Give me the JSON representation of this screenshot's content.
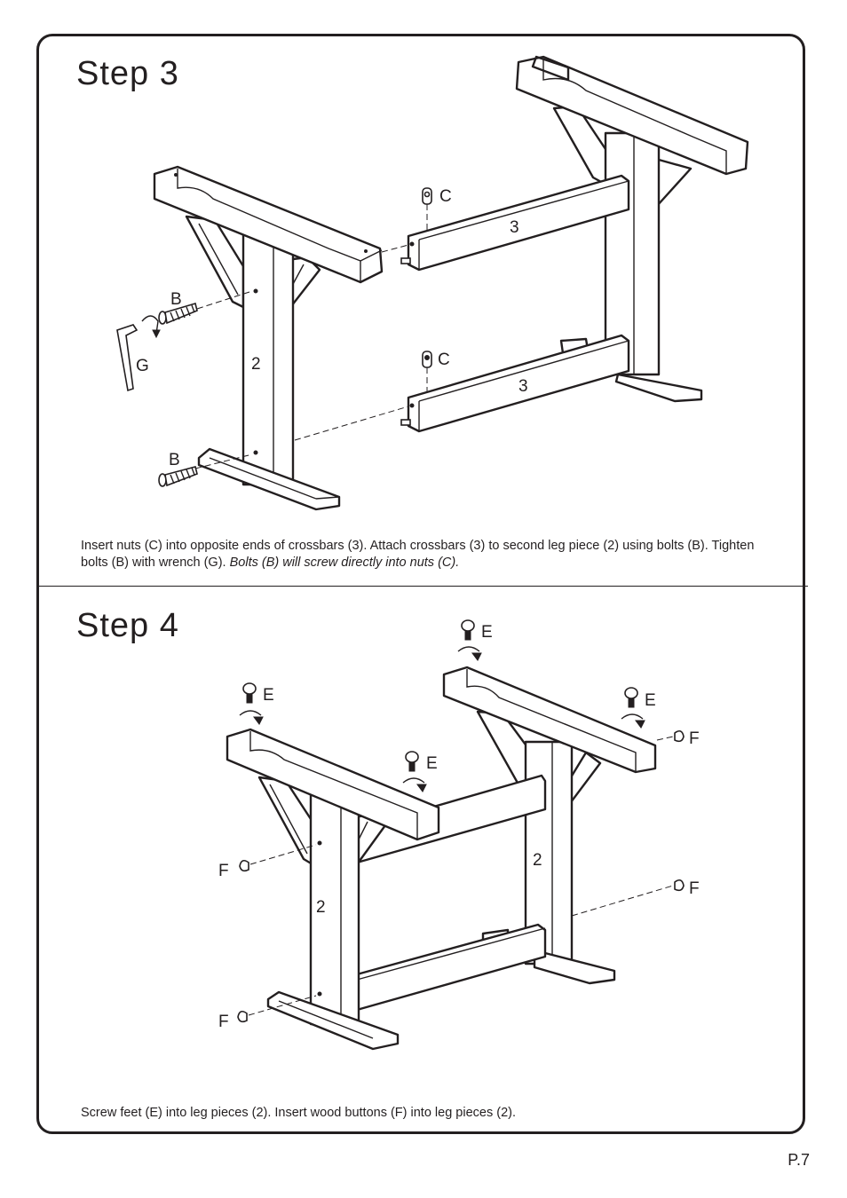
{
  "step3": {
    "title": "Step  3",
    "instruction_plain": "Insert nuts (C) into opposite ends of crossbars (3). Attach crossbars (3) to second leg piece (2) using bolts (B). Tighten bolts (B) with wrench (G).",
    "instruction_italic": "Bolts (B) will screw directly into nuts (C).",
    "labels": {
      "bolt_upper": "B",
      "bolt_lower": "B",
      "wrench": "G",
      "nut_upper": "C",
      "nut_lower": "C",
      "leg": "2",
      "crossbar_upper": "3",
      "crossbar_lower": "3"
    }
  },
  "step4": {
    "title": "Step  4",
    "instruction": "Screw feet (E) into leg pieces (2). Insert wood buttons (F) into leg pieces (2).",
    "labels": {
      "foot_1": "E",
      "foot_2": "E",
      "foot_3": "E",
      "foot_4": "E",
      "button_1": "F",
      "button_2": "F",
      "button_3": "F",
      "button_4": "F",
      "leg_front": "2",
      "leg_back": "2"
    }
  },
  "footer": {
    "page_number": "P.7"
  }
}
